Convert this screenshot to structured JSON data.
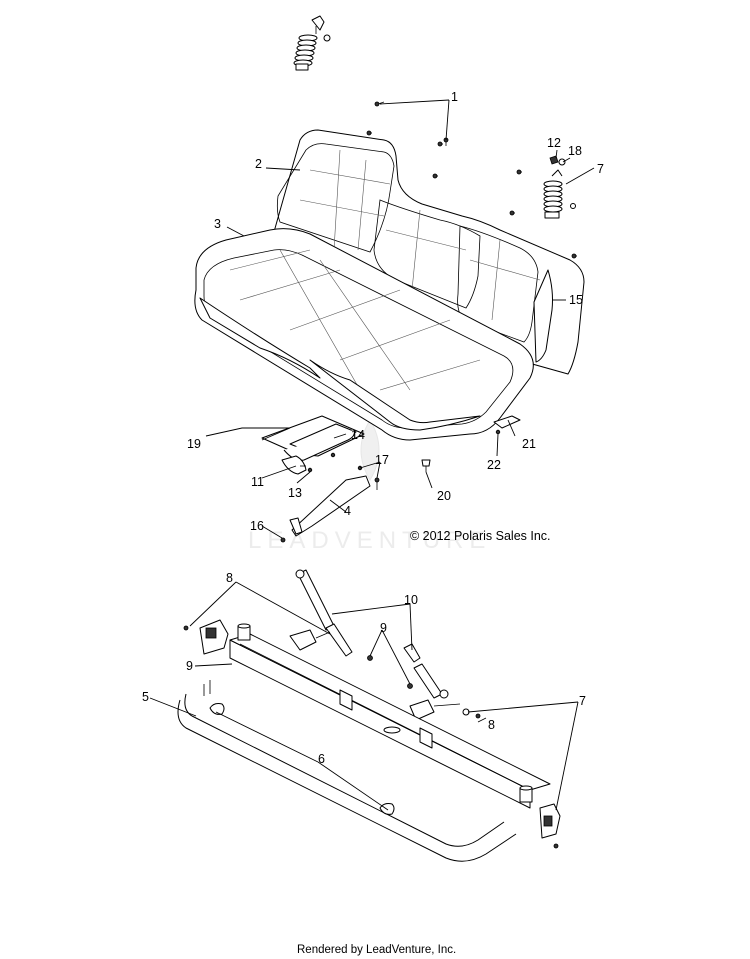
{
  "copyright": "© 2012 Polaris Sales Inc.",
  "footer": "Rendered by LeadVenture, Inc.",
  "watermark": "LEADVENTURE",
  "callouts": {
    "c1": "1",
    "c2": "2",
    "c3": "3",
    "c4": "4",
    "c5": "5",
    "c6": "6",
    "c7a": "7",
    "c7b": "7",
    "c8a": "8",
    "c8b": "8",
    "c9a": "9",
    "c9b": "9",
    "c10": "10",
    "c11": "11",
    "c12": "12",
    "c13": "13",
    "c14": "14",
    "c15": "15",
    "c16": "16",
    "c17": "17",
    "c18": "18",
    "c19": "19",
    "c20": "20",
    "c21": "21",
    "c22": "22"
  }
}
